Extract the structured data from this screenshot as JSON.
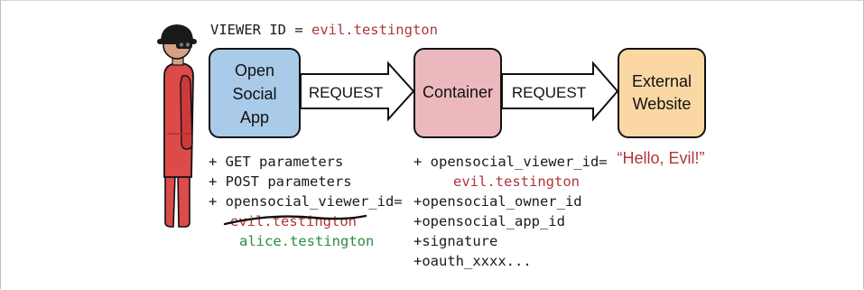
{
  "viewer_line": {
    "label": "VIEWER ID = ",
    "value": "evil.testington"
  },
  "boxes": {
    "opensocial_app": [
      "Open",
      "Social",
      "App"
    ],
    "container": [
      "Container"
    ],
    "external_website": [
      "External",
      "Website"
    ]
  },
  "arrows": {
    "left_label": "REQUEST",
    "right_label": "REQUEST"
  },
  "response_text": "“Hello, Evil!”",
  "left_params": {
    "line1": "+ GET parameters",
    "line2": "+ POST parameters",
    "line3": "+ opensocial_viewer_id=",
    "struck_value": "evil.testington",
    "replacement_value": "alice.testington"
  },
  "right_params": {
    "line1": "+ opensocial_viewer_id=",
    "viewer_value": "evil.testington",
    "line3": "+opensocial_owner_id",
    "line4": "+opensocial_app_id",
    "line5": "+signature",
    "line6": "+oauth_xxxx..."
  },
  "colors": {
    "evil_red": "#b0353a",
    "alice_green": "#2e8b3f",
    "app_box": "#a9cbe9",
    "container_box": "#ebb9bd",
    "external_box": "#fbd7a4",
    "figure_red": "#dd4a4a",
    "skin": "#d4a182"
  },
  "icons": [
    "evil-hacker-figure",
    "request-arrow"
  ]
}
